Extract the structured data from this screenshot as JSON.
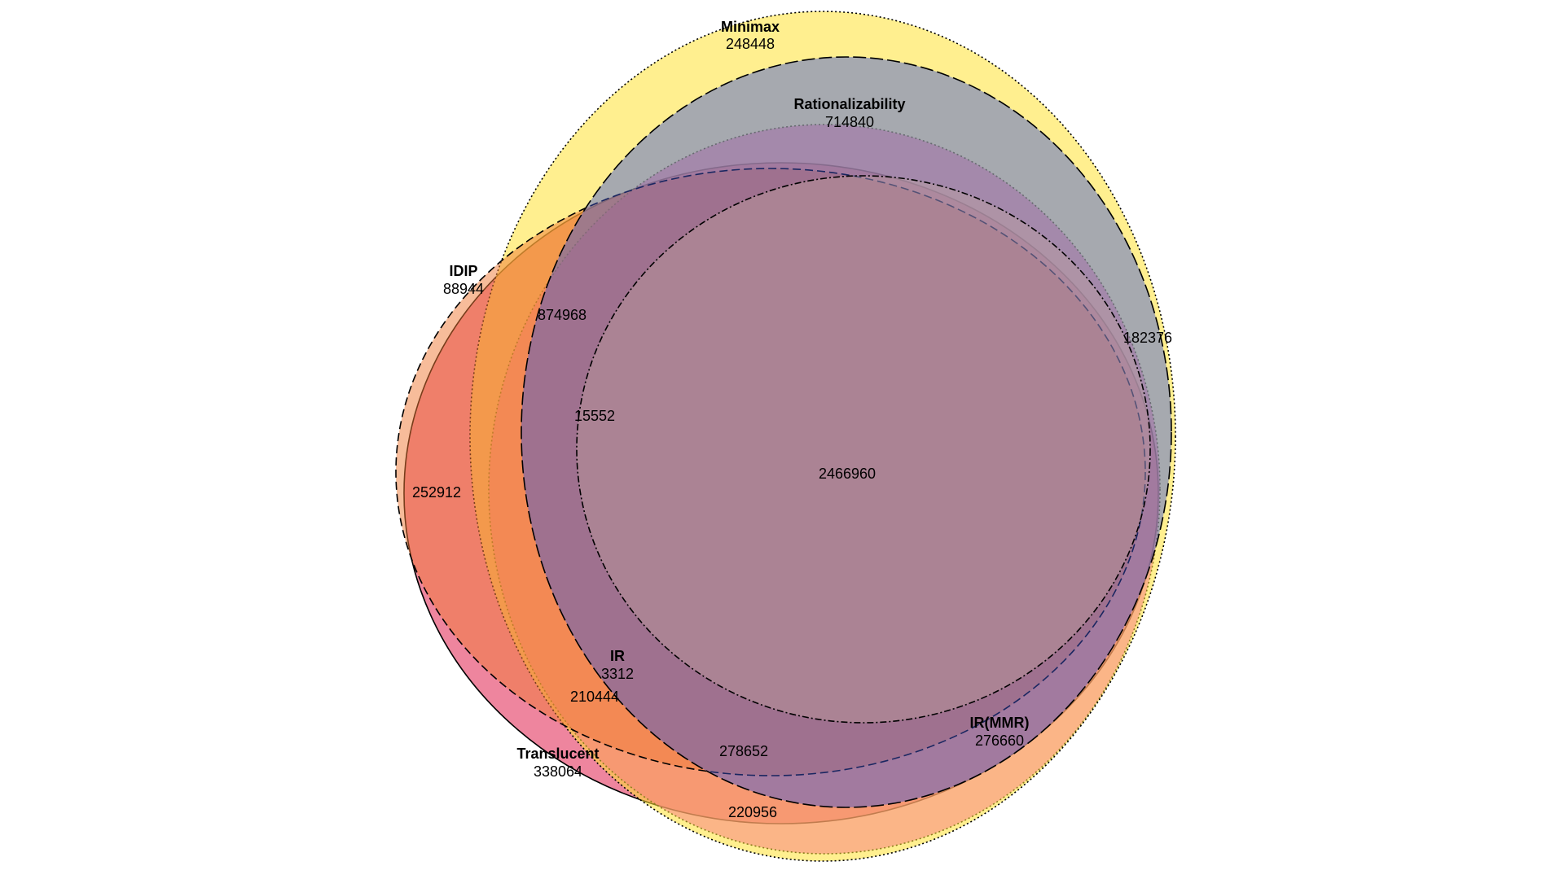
{
  "sets": [
    {
      "id": "translucent",
      "label": "Translucent",
      "count": "338064",
      "fill": "#E0204F",
      "stroke": "solid"
    },
    {
      "id": "irmmr",
      "label": "IR(MMR)",
      "count": "276660",
      "fill": "#EE00DE",
      "stroke": "dotted"
    },
    {
      "id": "minimax",
      "label": "Minimax",
      "count": "248448",
      "fill": "#FFE233",
      "stroke": "dotted"
    },
    {
      "id": "idip",
      "label": "IDIP",
      "count": "88944",
      "fill": "#F07A35",
      "stroke": "dashed"
    },
    {
      "id": "rationalizability",
      "label": "Rationalizability",
      "count": "714840",
      "fill": "#3A55D6",
      "stroke": "longdash"
    },
    {
      "id": "ir",
      "label": "IR",
      "count": "3312",
      "fill": "#C4A69D",
      "stroke": "dashdot"
    }
  ],
  "regions": [
    {
      "id": "r-874968",
      "count": "874968"
    },
    {
      "id": "r-15552",
      "count": "15552"
    },
    {
      "id": "r-2466960",
      "count": "2466960"
    },
    {
      "id": "r-252912",
      "count": "252912"
    },
    {
      "id": "r-210444",
      "count": "210444"
    },
    {
      "id": "r-278652",
      "count": "278652"
    },
    {
      "id": "r-220956",
      "count": "220956"
    },
    {
      "id": "r-182376",
      "count": "182376"
    }
  ]
}
